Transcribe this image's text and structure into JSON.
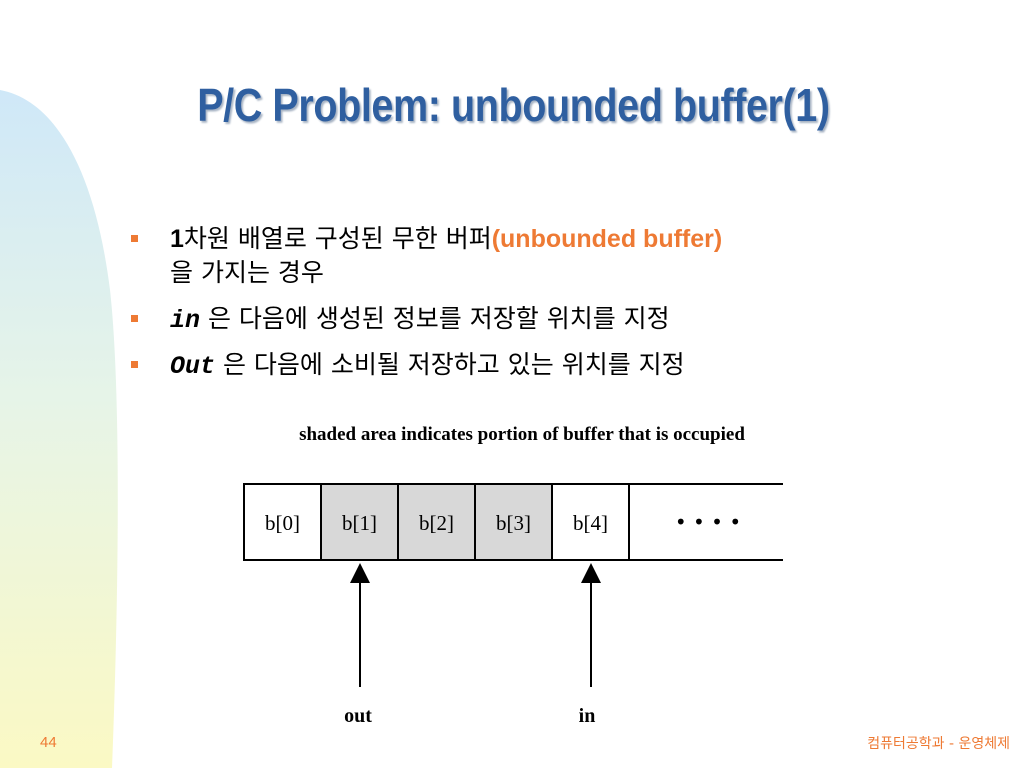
{
  "title": "P/C Problem: unbounded buffer(1)",
  "bullets": [
    {
      "num": "1",
      "text": "차원 배열로 구성된 무한 버퍼",
      "highlight": "(unbounded buffer)",
      "line2": "을 가지는 경우"
    },
    {
      "code": "in",
      "text": " 은 다음에 생성된 정보를 저장할 위치를 지정"
    },
    {
      "code": "Out",
      "text": " 은 다음에 소비될 저장하고 있는 위치를 지정"
    }
  ],
  "figure": {
    "caption": "shaded area indicates portion of buffer that is occupied",
    "cells": [
      {
        "label": "b[0]",
        "shaded": false
      },
      {
        "label": "b[1]",
        "shaded": true
      },
      {
        "label": "b[2]",
        "shaded": true
      },
      {
        "label": "b[3]",
        "shaded": true
      },
      {
        "label": "b[4]",
        "shaded": false
      }
    ],
    "ellipsis": "• • • •",
    "out_label": "out",
    "in_label": "in"
  },
  "footer": {
    "page_number": "44",
    "course": "컴퓨터공학과 - 운영체제"
  },
  "colors": {
    "title": "#2f5fa0",
    "accent": "#ee7a34",
    "shaded_cell": "#d8d8d8"
  }
}
